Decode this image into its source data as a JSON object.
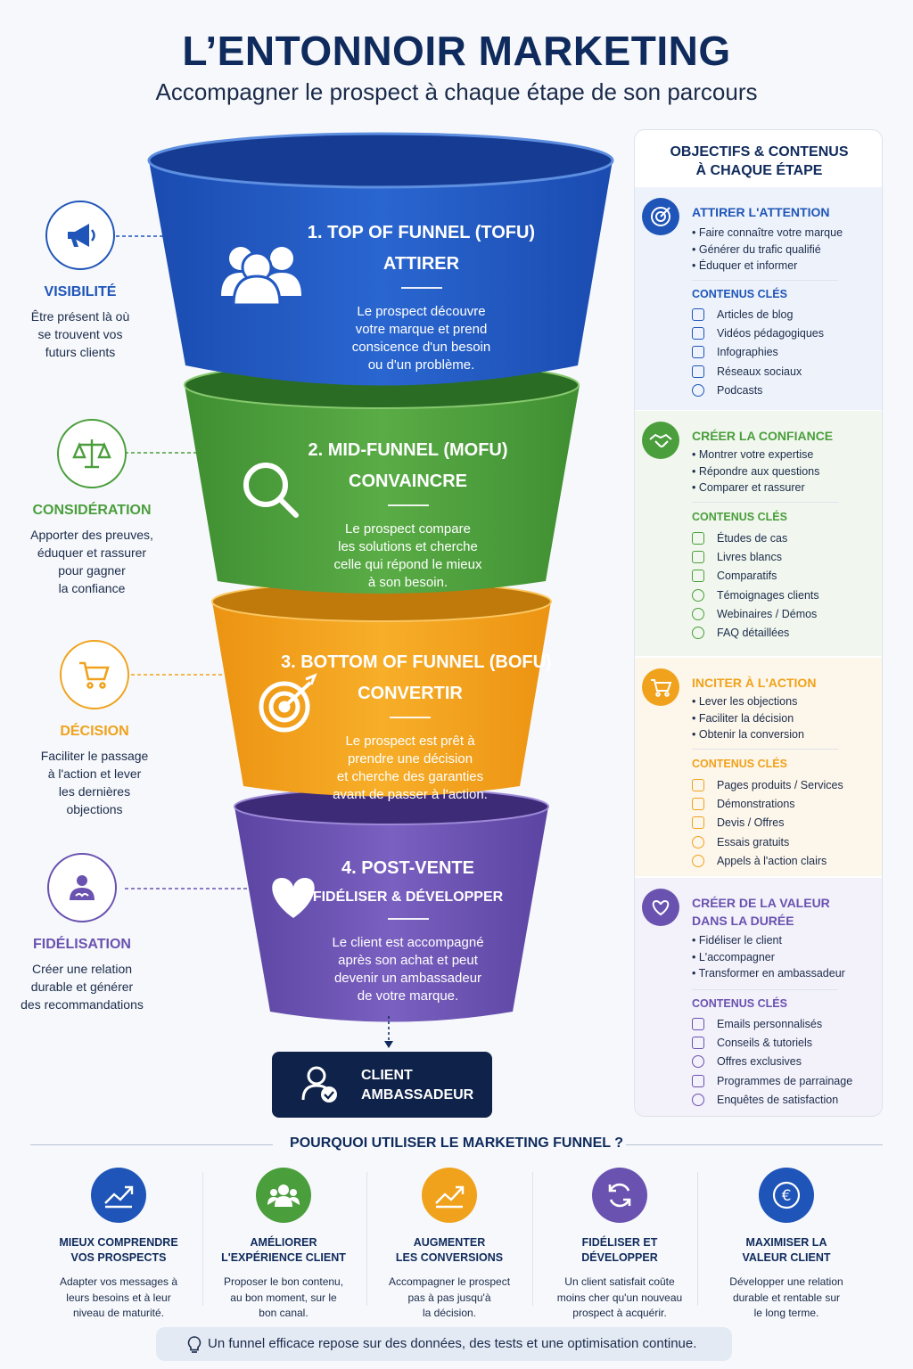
{
  "header": {
    "title": "L’ENTONNOIR MARKETING",
    "subtitle": "Accompagner le prospect à chaque étape de son parcours"
  },
  "colors": {
    "blue": "#1f55b8",
    "green": "#4a9e3c",
    "orange": "#f0a21c",
    "purple": "#6a52b0",
    "navy": "#0f2a5c"
  },
  "stages": [
    {
      "title": "1. TOP OF FUNNEL (TOFU)",
      "subtitle": "ATTIRER",
      "desc": "Le prospect découvre\nvotre marque et prend\nconsicence d'un besoin\nou d'un problème.",
      "icon": "users-icon"
    },
    {
      "title": "2. MID-FUNNEL (MOFU)",
      "subtitle": "CONVAINCRE",
      "desc": "Le prospect compare\nles solutions et cherche\ncelle qui répond le mieux\nà son besoin.",
      "icon": "magnifier-icon"
    },
    {
      "title": "3. BOTTOM OF FUNNEL (BOFU)",
      "subtitle": "CONVERTIR",
      "desc": "Le prospect est prêt à\nprendre une décision\net cherche des garanties\navant de passer à l'action.",
      "icon": "target-icon"
    },
    {
      "title": "4. POST-VENTE",
      "subtitle": "FIDÉLISER & DÉVELOPPER",
      "desc": "Le client est accompagné\naprès son achat et peut\ndevenir un ambassadeur\nde votre marque.",
      "icon": "heart-icon"
    }
  ],
  "left": [
    {
      "title": "VISIBILITÉ",
      "desc": "Être présent là où\nse trouvent vos\nfuturs clients",
      "icon": "megaphone-icon"
    },
    {
      "title": "CONSIDÉRATION",
      "desc": "Apporter des preuves,\néduquer et rassurer\npour gagner\nla confiance",
      "icon": "scale-icon"
    },
    {
      "title": "DÉCISION",
      "desc": "Faciliter le passage\nà l'action et lever\nles dernières\nobjections",
      "icon": "cart-icon"
    },
    {
      "title": "FIDÉLISATION",
      "desc": "Créer une relation\ndurable et générer\ndes recommandations",
      "icon": "handshake-user-icon"
    }
  ],
  "client": {
    "label": "CLIENT\nAMBASSADEUR"
  },
  "panel": {
    "title": "OBJECTIFS & CONTENUS\nÀ CHAQUE ÉTAPE",
    "contenus_label": "CONTENUS CLÉS",
    "sections": [
      {
        "title": "ATTIRER L'ATTENTION",
        "bullets": [
          "Faire connaître votre marque",
          "Générer du trafic qualifié",
          "Éduquer et informer"
        ],
        "contents": [
          "Articles de blog",
          "Vidéos pédagogiques",
          "Infographies",
          "Réseaux sociaux",
          "Podcasts"
        ]
      },
      {
        "title": "CRÉER LA CONFIANCE",
        "bullets": [
          "Montrer votre expertise",
          "Répondre aux questions",
          "Comparer et rassurer"
        ],
        "contents": [
          "Études de cas",
          "Livres blancs",
          "Comparatifs",
          "Témoignages clients",
          "Webinaires / Démos",
          "FAQ détaillées"
        ]
      },
      {
        "title": "INCITER À L'ACTION",
        "bullets": [
          "Lever les objections",
          "Faciliter la décision",
          "Obtenir la conversion"
        ],
        "contents": [
          "Pages produits / Services",
          "Démonstrations",
          "Devis / Offres",
          "Essais gratuits",
          "Appels à l'action clairs"
        ]
      },
      {
        "title": "CRÉER DE LA VALEUR\nDANS LA DURÉE",
        "bullets": [
          "Fidéliser le client",
          "L'accompagner",
          "Transformer en ambassadeur"
        ],
        "contents": [
          "Emails personnalisés",
          "Conseils & tutoriels",
          "Offres exclusives",
          "Programmes de parrainage",
          "Enquêtes de satisfaction"
        ]
      }
    ]
  },
  "why": {
    "title": "POURQUOI UTILISER LE MARKETING FUNNEL ?",
    "items": [
      {
        "title": "MIEUX COMPRENDRE\nVOS PROSPECTS",
        "desc": "Adapter vos messages à\nleurs besoins et à leur\nniveau de maturité.",
        "icon": "trend-up-icon"
      },
      {
        "title": "AMÉLIORER\nL'EXPÉRIENCE CLIENT",
        "desc": "Proposer le bon contenu,\nau bon moment, sur le\nbon canal.",
        "icon": "group-icon"
      },
      {
        "title": "AUGMENTER\nLES CONVERSIONS",
        "desc": "Accompagner le prospect\npas à pas jusqu'à\nla décision.",
        "icon": "growth-icon"
      },
      {
        "title": "FIDÉLISER ET\nDÉVELOPPER",
        "desc": "Un client satisfait coûte\nmoins cher qu'un nouveau\nprospect à acquérir.",
        "icon": "refresh-icon"
      },
      {
        "title": "MAXIMISER LA\nVALEUR CLIENT",
        "desc": "Développer une relation\ndurable et rentable sur\nle long terme.",
        "icon": "euro-icon"
      }
    ]
  },
  "tip": {
    "text": "Un funnel efficace repose sur des données, des tests et une optimisation continue.",
    "icon": "lightbulb-icon"
  }
}
